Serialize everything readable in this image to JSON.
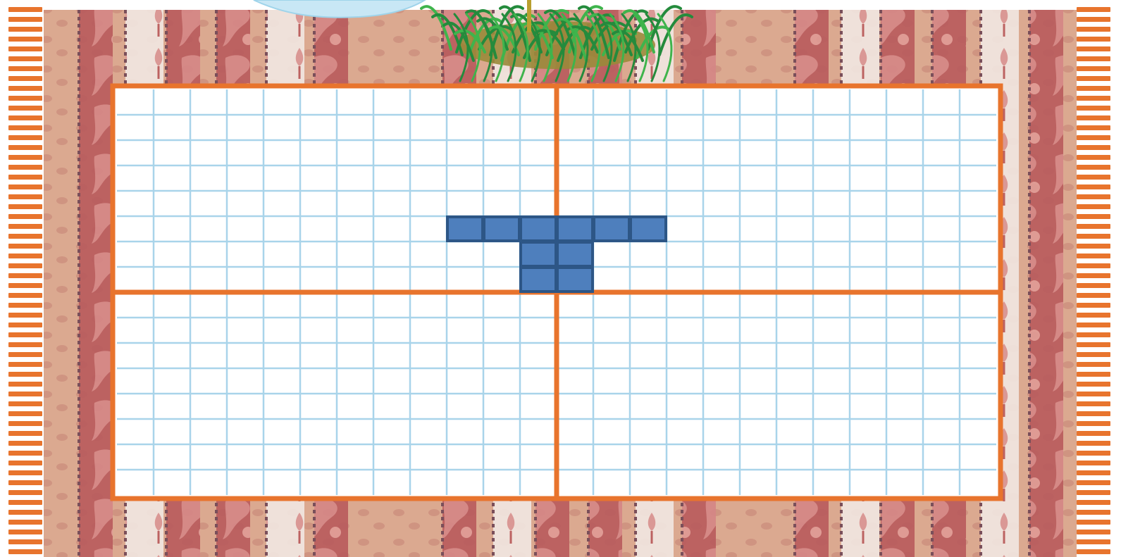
{
  "colors": {
    "page_background": "#ffffff",
    "carpet_base": "#dba990",
    "carpet_stripe_dark": "#b85a5c",
    "carpet_stripe_light": "#f1e7e2",
    "carpet_dot": "#c27a6f",
    "fringe": "#e8742d",
    "board_fill": "#ffffff",
    "grid_line": "#a9d4ea",
    "axis_line": "#e8742d",
    "shape_fill": "#4e7fbd",
    "shape_stroke": "#2d5686",
    "water": "#c8e7f5",
    "grass_dark": "#248b3c",
    "grass_light": "#3fb44c",
    "soil": "#9a8a3a"
  },
  "board": {
    "grid_columns": 24,
    "grid_rows": 16,
    "axis_column": 12,
    "axis_row": 8
  },
  "shape": {
    "name": "T-shape",
    "cells": [
      {
        "col": 9,
        "row": 5
      },
      {
        "col": 10,
        "row": 5
      },
      {
        "col": 11,
        "row": 5
      },
      {
        "col": 12,
        "row": 5
      },
      {
        "col": 13,
        "row": 5
      },
      {
        "col": 14,
        "row": 5
      },
      {
        "col": 11,
        "row": 6
      },
      {
        "col": 12,
        "row": 6
      },
      {
        "col": 11,
        "row": 7
      },
      {
        "col": 12,
        "row": 7
      }
    ],
    "note_empty": ""
  },
  "icons": {
    "pond": "pond-icon",
    "grass": "grass-tuft-icon",
    "fringe": "rug-fringe-icon"
  }
}
